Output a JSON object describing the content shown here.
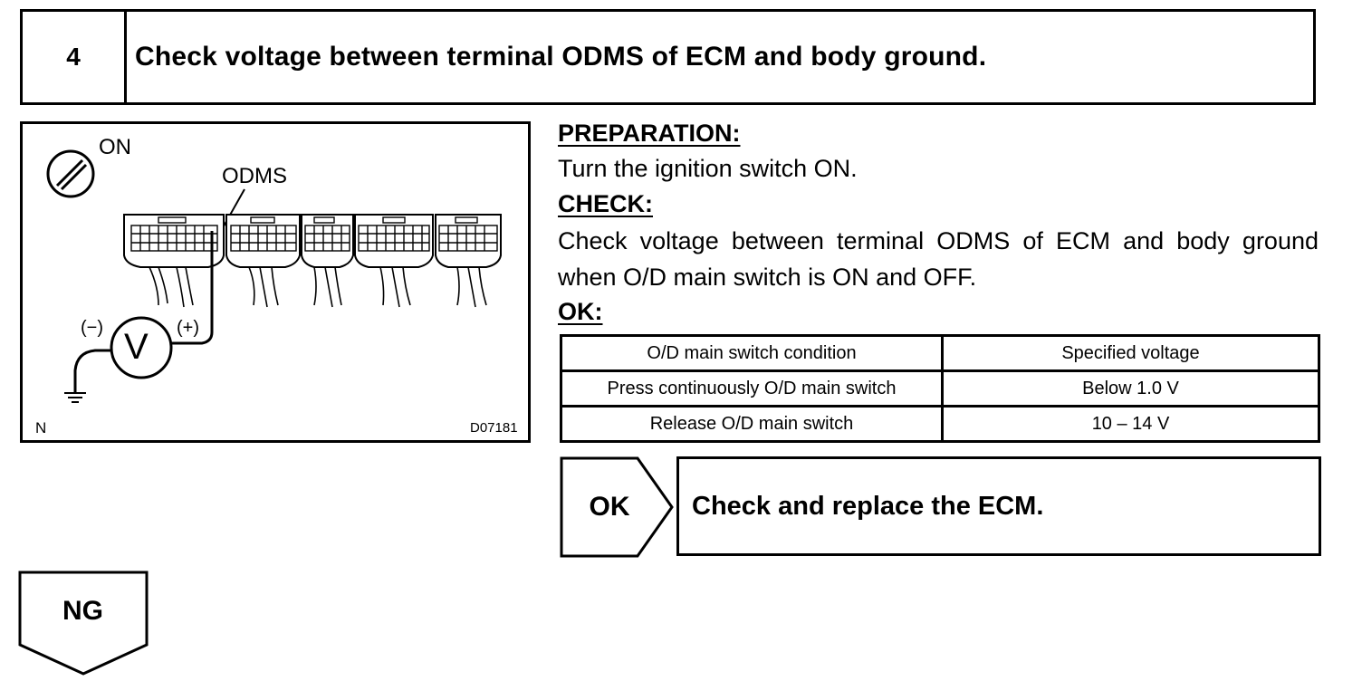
{
  "step": {
    "number": "4",
    "title": "Check voltage between terminal ODMS of ECM and body ground."
  },
  "figure": {
    "switch_label": "ON",
    "terminal_label": "ODMS",
    "meter_symbol": "V",
    "negative_label": "(−)",
    "positive_label": "(+)",
    "corner_label": "N",
    "figure_code": "D07181"
  },
  "preparation": {
    "heading": "PREPARATION:",
    "text": "Turn the ignition switch ON."
  },
  "check": {
    "heading": "CHECK:",
    "text": "Check voltage between terminal ODMS of ECM and body ground when O/D main switch is ON and OFF."
  },
  "ok": {
    "heading": "OK:"
  },
  "spec_table": {
    "headers": [
      "O/D main switch condition",
      "Specified voltage"
    ],
    "rows": [
      [
        "Press continuously O/D main switch",
        "Below 1.0 V"
      ],
      [
        "Release O/D main switch",
        "10 – 14 V"
      ]
    ]
  },
  "result_ok": {
    "tag": "OK",
    "action": "Check and replace the ECM."
  },
  "result_ng": {
    "tag": "NG"
  }
}
